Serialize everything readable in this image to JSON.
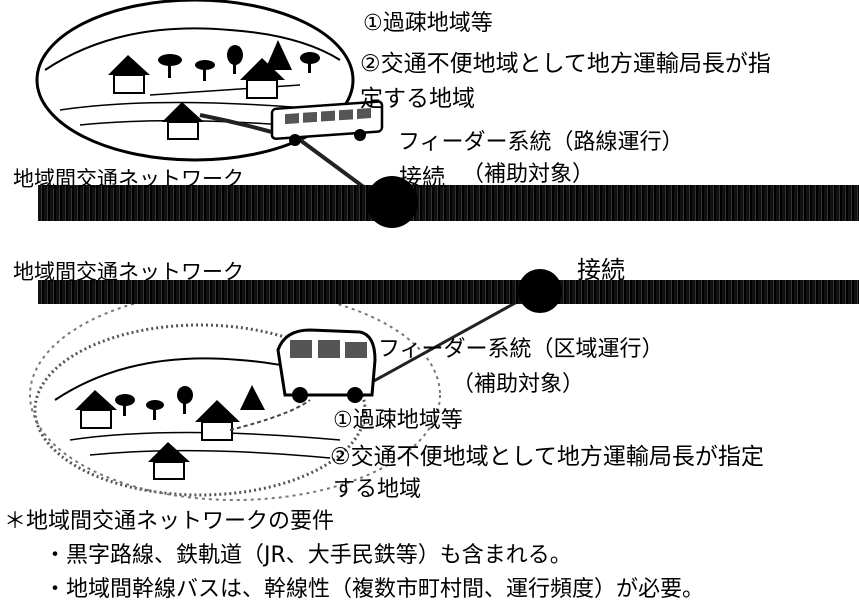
{
  "top": {
    "cond1": "①過疎地域等",
    "cond2_line1": "②交通不便地域として地方運輸局長が指",
    "cond2_line2": "定する地域",
    "feeder_label": "フィーダー系統（路線運行）",
    "subsidy_label": "（補助対象）",
    "connect_label": "接続",
    "network_label": "地域間交通ネットワーク"
  },
  "bottom": {
    "network_label": "地域間交通ネットワーク",
    "connect_label": "接続",
    "feeder_label": "フィーダー系統（区域運行）",
    "subsidy_label": "（補助対象）",
    "cond1": "①過疎地域等",
    "cond2_line1": "②交通不便地域として地方運輸局長が指定",
    "cond2_line2": "する地域"
  },
  "requirements": {
    "heading": "＊地域間交通ネットワークの要件",
    "items": [
      "・黒字路線、鉄軌道（JR、大手民鉄等）も含まれる。",
      "・地域間幹線バスは、幹線性（複数市町村間、運行頻度）が必要。"
    ]
  }
}
